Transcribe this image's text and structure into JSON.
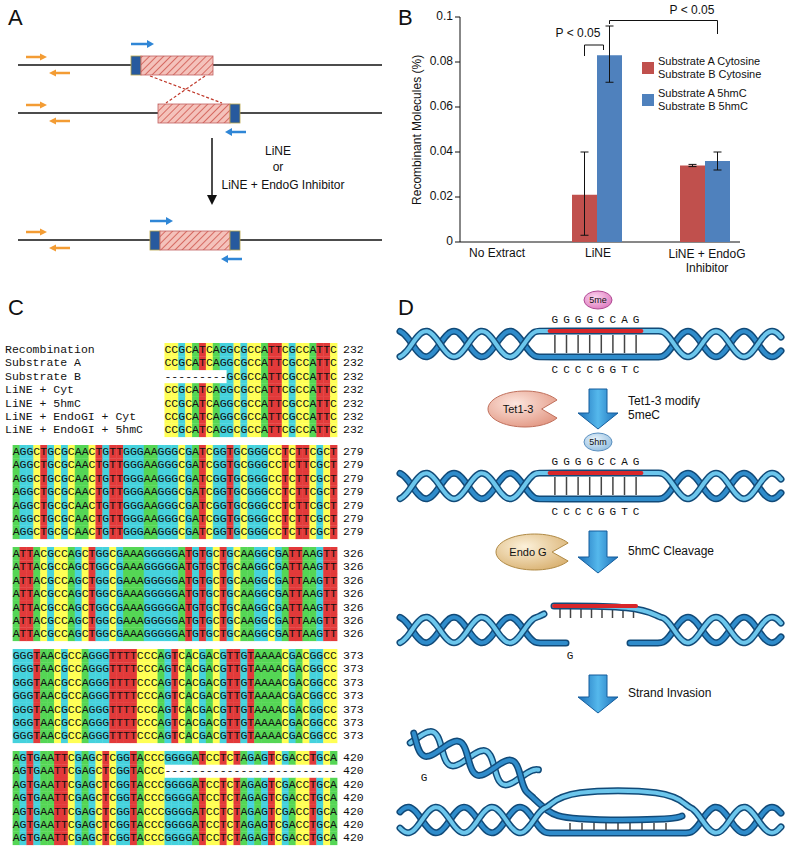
{
  "diagram": {
    "nodes": [
      {
        "text": [
          "GGGGCCAG",
          "CCCCGGTC"
        ]
      },
      {
        "text": [
          "5me"
        ],
        "in": 0
      },
      {
        "text": [
          "Tet1-3"
        ]
      },
      {
        "text": [
          "GGGGCCAG",
          "CCCCGGTC"
        ]
      },
      {
        "text": [
          "5hm"
        ],
        "in": 3
      },
      {
        "text": [
          "Endo G"
        ]
      },
      {
        "text": [
          "G"
        ]
      },
      {
        "text": [
          "G"
        ]
      }
    ],
    "edges": [
      {
        "from": 0,
        "to": 3,
        "arrow": "to",
        "label": "Tet1-3 modify 5meC"
      },
      {
        "from": 3,
        "to": 6,
        "arrow": "to",
        "label": "5hmC Cleavage"
      },
      {
        "from": 6,
        "to": 7,
        "arrow": "to",
        "label": "Strand Invasion"
      }
    ],
    "labels": [
      "A",
      "LiNE",
      "or",
      "LiNE + EndoG Inhibitor",
      "B",
      "Recombinant Molecules (%)",
      "0",
      "0.02",
      "0.04",
      "0.06",
      "0.08",
      "0.1",
      "No Extract",
      "LiNE",
      "LiNE + EndoG Inhibitor",
      "P < 0.05",
      "P < 0.05",
      "C",
      "Recombination",
      "Substrate A",
      "Substrate B",
      "LiNE + Cyt",
      "LiNE + 5hmC",
      "LiNE + EndoGI + Cyt",
      "LiNE + EndoGI + 5hmC",
      "CCGCATCAGGCGCCATTCGCCATTC",
      "232",
      "CCGCATCAGGCGCCATTCGCCATTC",
      "232",
      "---------GCGCCATTCGCCATTC",
      "232",
      "CCGCATCAGGCGCCATTCGCCATTC",
      "232",
      "CCGCATCAGGCGCCATTCGCCATTC",
      "232",
      "CCGCATCAGGCGCCATTCGCCATTC",
      "232",
      "CCGCATCAGGCGCCATTCGCCATTC",
      "232",
      "AGGCTGCGCAACTGTTGGGAAGGGCGATCGGTGCGGGCCTCTTCGCT",
      "279",
      "AGGCTGCGCAACTGTTGGGAAGGGCGATCGGTGCGGGCCTCTTCGCT",
      "279",
      "AGGCTGCGCAACTGTTGGGAAGGGCGATCGGTGCGGGCCTCTTCGCT",
      "279",
      "AGGCTGCGCAACTGTTGGGAAGGGCGATCGGTGCGGGCCTCTTCGCT",
      "279",
      "AGGCTGCGCAACTGTTGGGAAGGGCGATCGGTGCGGGCCTCTTCGCT",
      "279",
      "AGGCTGCGCAACTGTTGGGAAGGGCGATCGGTGCGGGCCTCTTCGCT",
      "279",
      "AGGCTGCGCAACTGTTGGGAAGGGCGATCGGTGCGGGCCTCTTCGCT",
      "279",
      "ATTACGCCAGCTGGCGAAAGGGGGATGTGCTGCAAGGCGATTAAGTT",
      "326",
      "ATTACGCCAGCTGGCGAAAGGGGGATGTGCTGCAAGGCGATTAAGTT",
      "326",
      "ATTACGCCAGCTGGCGAAAGGGGGATGTGCTGCAAGGCGATTAAGTT",
      "326",
      "ATTACGCCAGCTGGCGAAAGGGGGATGTGCTGCAAGGCGATTAAGTT",
      "326",
      "ATTACGCCAGCTGGCGAAAGGGGGATGTGCTGCAAGGCGATTAAGTT",
      "326",
      "ATTACGCCAGCTGGCGAAAGGGGGATGTGCTGCAAGGCGATTAAGTT",
      "326",
      "ATTACGCCAGCTGGCGAAAGGGGGATGTGCTGCAAGGCGATTAAGTT",
      "326",
      "GGGTAACGCCAGGGTTTTCCCAGTCACGACGTTGTAAAACGACGGCC",
      "373",
      "GGGTAACGCCAGGGTTTTCCCAGTCACGACGTTGTAAAACGACGGCC",
      "373",
      "GGGTAACGCCAGGGTTTTCCCAGTCACGACGTTGTAAAACGACGGCC",
      "373",
      "GGGTAACGCCAGGGTTTTCCCAGTCACGACGTTGTAAAACGACGGCC",
      "373",
      "GGGTAACGCCAGGGTTTTCCCAGTCACGACGTTGTAAAACGACGGCC",
      "373",
      "GGGTAACGCCAGGGTTTTCCCAGTCACGACGTTGTAAAACGACGGCC",
      "373",
      "GGGTAACGCCAGGGTTTTCCCAGTCACGACGTTGTAAAACGACGGCC",
      "373",
      "AGTGAATTCGAGCTCGGTACCCGGGGATCCTCTAGAGTCGACCTGCA",
      "420",
      "AGTGAATTCGAGCTCGGTACCC-------------------------",
      "420",
      "AGTGAATTCGAGCTCGGTACCCGGGGATCCTCTAGAGTCGACCTGCA",
      "420",
      "AGTGAATTCGAGCTCGGTACCCGGGGATCCTCTAGAGTCGACCTGCA",
      "420",
      "AGTGAATTCGAGCTCGGTACCCGGGGATCCTCTAGAGTCGACCTGCA",
      "420",
      "AGTGAATTCGAGCTCGGTACCCGGGGATCCTCTAGAGTCGACCTGCA",
      "420",
      "AGTGAATTCGAGCTCGGTACCCGGGGATCCTCTAGAGTCGACCTGCA",
      "420",
      "D"
    ],
    "legend": [
      {
        "text": "Substrate A Cytosine Substrate B Cytosine",
        "color": "#c0504d"
      },
      {
        "text": "Substrate A 5hmC Substrate B 5hmC",
        "color": "#4f81bd"
      }
    ]
  }
}
